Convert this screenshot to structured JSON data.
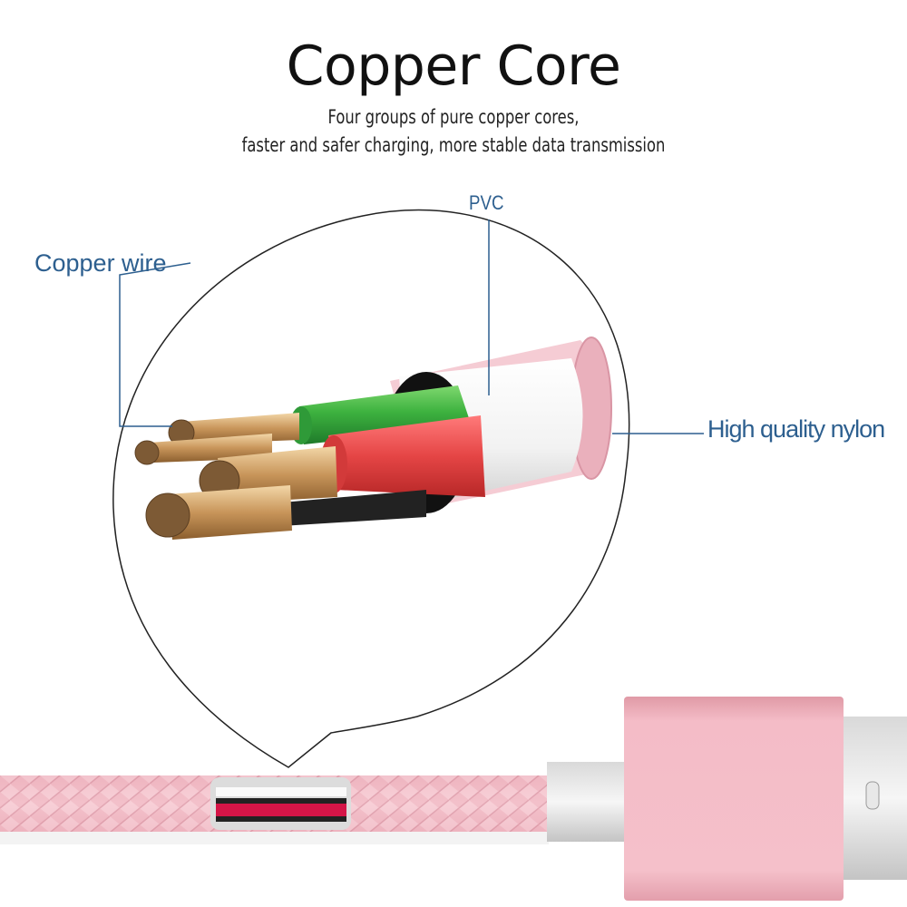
{
  "heading": {
    "title": "Copper Core",
    "subtitle_line1": "Four groups of pure copper cores,",
    "subtitle_line2": "faster and safer charging, more stable data transmission"
  },
  "callouts": {
    "copper_wire": "Copper wire",
    "pvc": "PVC",
    "nylon": "High quality nylon"
  },
  "colors": {
    "label_blue": "#2d5f8f",
    "green_core": "#3aa83e",
    "red_core": "#e04848",
    "copper": "#c8955a",
    "rose_nylon": "#f0b9c4",
    "connector_pink": "#f2b8c3"
  }
}
